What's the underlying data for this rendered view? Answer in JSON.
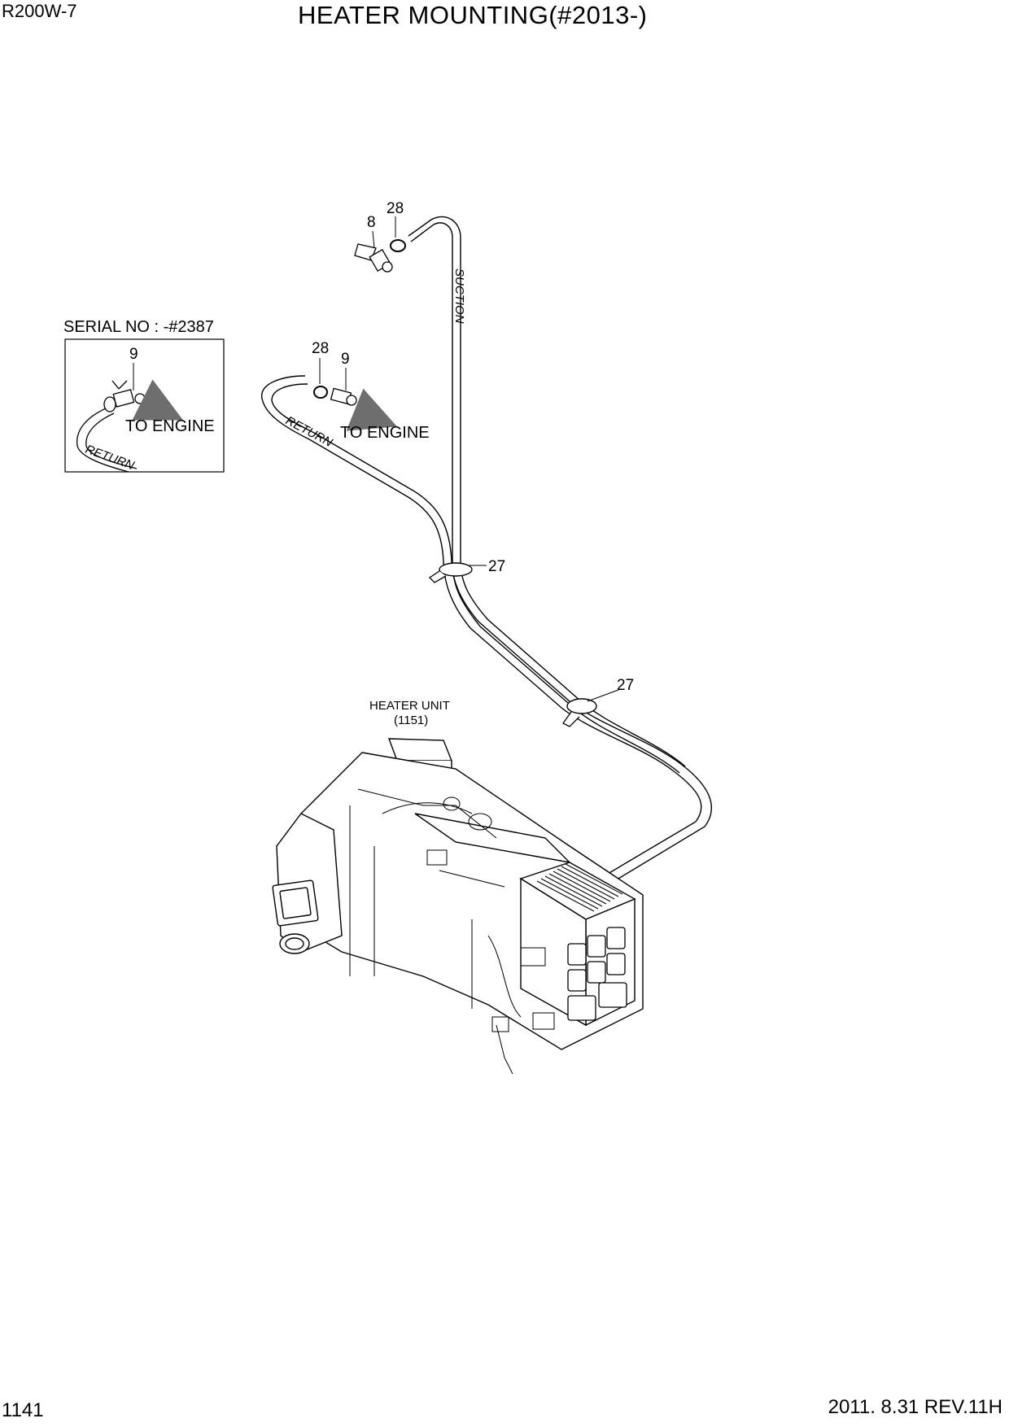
{
  "header": {
    "model": "R200W-7",
    "title": "HEATER MOUNTING(#2013-)"
  },
  "footer": {
    "page_number": "1141",
    "revision": "2011. 8.31 REV.11H"
  },
  "inset": {
    "serial_label": "SERIAL NO : -#2387",
    "callout": "9",
    "to_engine": "TO ENGINE",
    "hose_label": "RETURN"
  },
  "callouts": {
    "top_fitting": "8",
    "top_clamp": "28",
    "mid_clamp": "28",
    "mid_fitting": "9",
    "clip_upper": "27",
    "clip_lower": "27"
  },
  "main": {
    "to_engine": "TO ENGINE",
    "suction_hose_label": "SUCTION",
    "return_hose_label": "RETURN",
    "heater_unit_label": "HEATER UNIT",
    "heater_unit_part": "(1151)"
  }
}
